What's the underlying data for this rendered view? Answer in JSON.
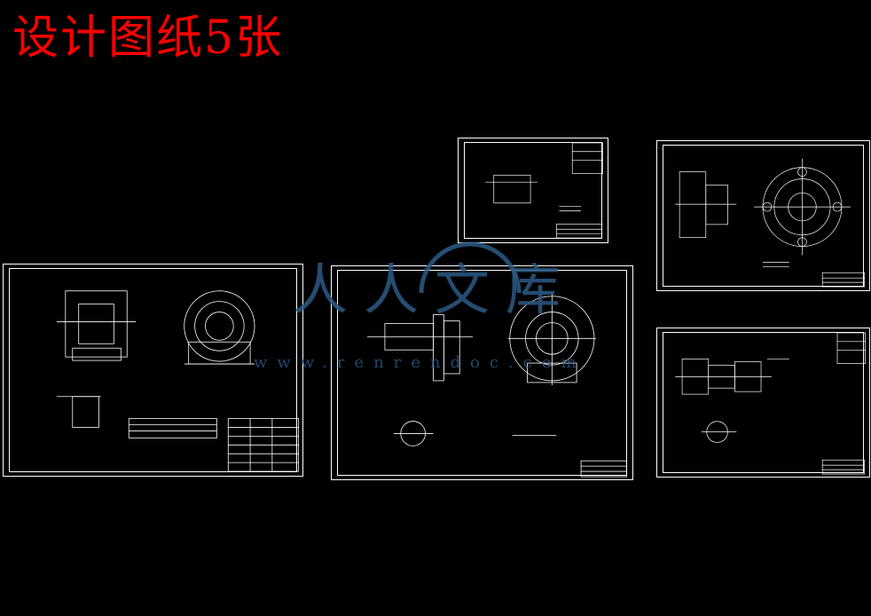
{
  "header": {
    "title": "设计图纸5张"
  },
  "watermark": {
    "text": "人人文库",
    "url": "www.renrendoc.com"
  },
  "colors": {
    "background": "#000000",
    "title": "#ff0000",
    "line": "#ffffff",
    "watermark": "#2c5a86"
  }
}
